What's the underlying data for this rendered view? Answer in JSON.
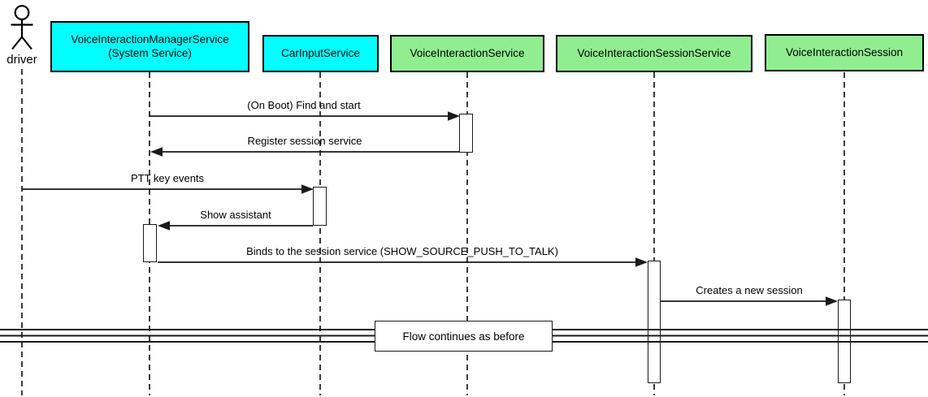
{
  "diagram_type": "uml-sequence-diagram",
  "actor": {
    "name": "driver"
  },
  "participants": [
    {
      "name": "VoiceInteractionManagerService\n(System Service)",
      "fill": "#00ffff"
    },
    {
      "name": "CarInputService",
      "fill": "#00ffff"
    },
    {
      "name": "VoiceInteractionService",
      "fill": "#90ee90"
    },
    {
      "name": "VoiceInteractionSessionService",
      "fill": "#90ee90"
    },
    {
      "name": "VoiceInteractionSession",
      "fill": "#90ee90"
    }
  ],
  "messages": [
    {
      "label": "(On Boot) Find and start",
      "from": "VoiceInteractionManagerService (System Service)",
      "to": "VoiceInteractionService",
      "direction": "right"
    },
    {
      "label": "Register session service",
      "from": "VoiceInteractionService",
      "to": "VoiceInteractionManagerService (System Service)",
      "direction": "left"
    },
    {
      "label": "PTT key events",
      "from": "driver",
      "to": "CarInputService",
      "direction": "right"
    },
    {
      "label": "Show assistant",
      "from": "CarInputService",
      "to": "VoiceInteractionManagerService (System Service)",
      "direction": "left"
    },
    {
      "label": "Binds to the session service (SHOW_SOURCE_PUSH_TO_TALK)",
      "from": "VoiceInteractionManagerService (System Service)",
      "to": "VoiceInteractionSessionService",
      "direction": "right"
    },
    {
      "label": "Creates a new session",
      "from": "VoiceInteractionSessionService",
      "to": "VoiceInteractionSession",
      "direction": "right"
    }
  ],
  "divider": {
    "label": "Flow continues as before"
  },
  "colors": {
    "participant_cyan": "#00ffff",
    "participant_green": "#90ee90",
    "line": "#000000",
    "background": "#ffffff"
  }
}
